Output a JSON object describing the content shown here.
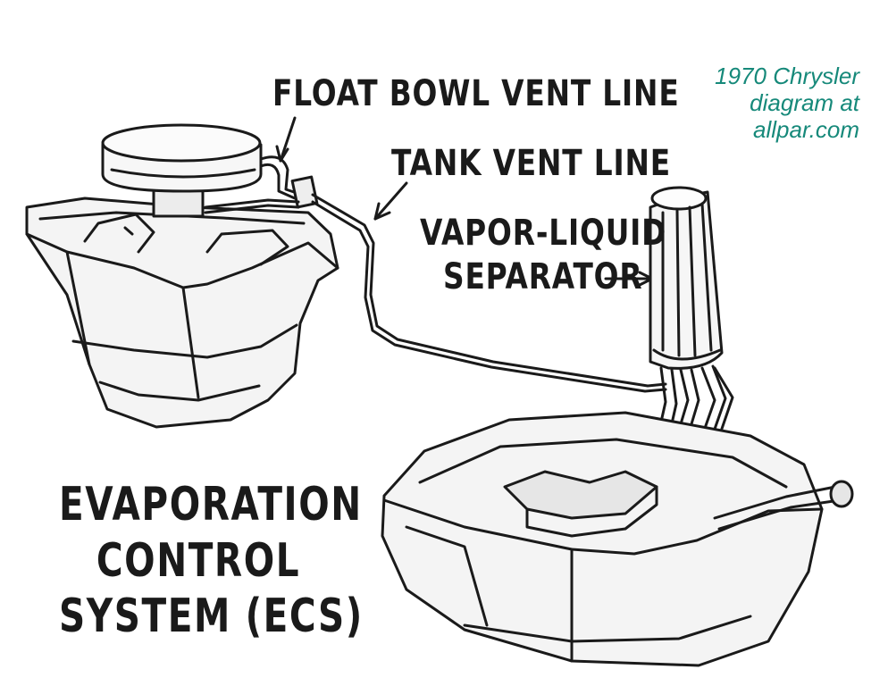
{
  "labels": {
    "float_bowl_vent_line": "FLOAT BOWL VENT LINE",
    "tank_vent_line": "TANK VENT LINE",
    "separator_line1": "VAPOR-LIQUID",
    "separator_line2": "SEPARATOR"
  },
  "title": {
    "line1": "EVAPORATION",
    "line2": "CONTROL",
    "line3": "SYSTEM (ECS)"
  },
  "credit": {
    "line1": "1970 Chrysler",
    "line2": "diagram at",
    "line3": "allpar.com"
  },
  "colors": {
    "ink": "#1a1a1a",
    "credit": "#16897a",
    "background": "#ffffff"
  },
  "components": {
    "engine": "engine-block",
    "air_cleaner": "air-cleaner",
    "separator": "vapor-liquid-separator",
    "fuel_tank": "fuel-tank"
  }
}
